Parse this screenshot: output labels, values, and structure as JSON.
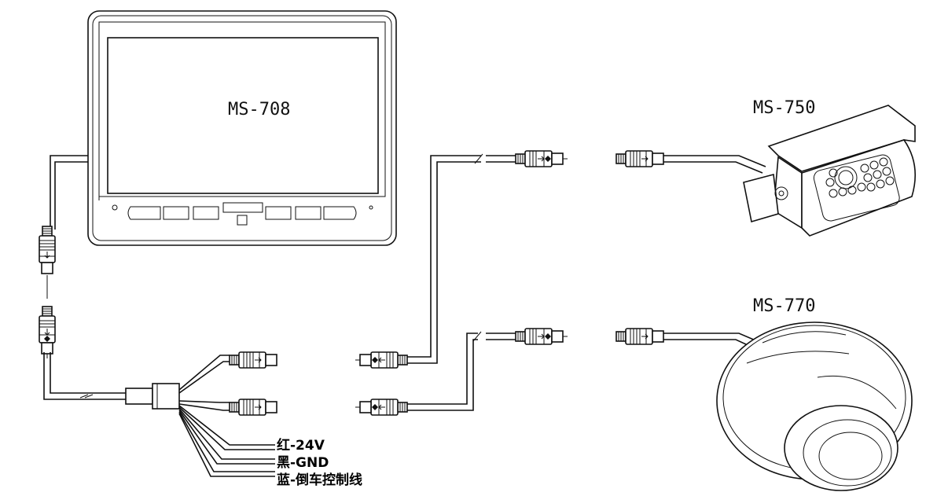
{
  "monitor": {
    "model": "MS-708"
  },
  "cameras": [
    {
      "model": "MS-750"
    },
    {
      "model": "MS-770"
    }
  ],
  "wires": [
    {
      "label": "红-24V"
    },
    {
      "label": "黑-GND"
    },
    {
      "label": "蓝-倒车控制线"
    }
  ]
}
